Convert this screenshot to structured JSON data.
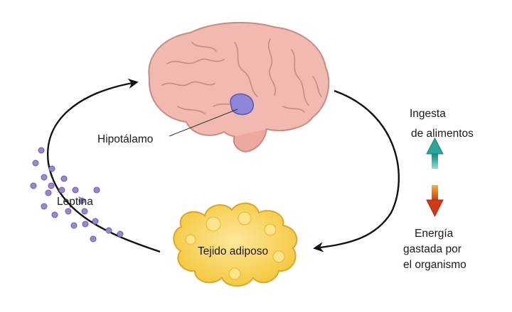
{
  "labels": {
    "hipotalamo": "Hipotálamo",
    "leptina": "Leptina",
    "tejido": "Tejido adiposo",
    "ingesta_line1": "Ingesta",
    "ingesta_line2": "de alimentos",
    "energia_line1": "Energía",
    "energia_line2": "gastada por",
    "energia_line3": "el organismo"
  },
  "colors": {
    "brain": "#f2b9b0",
    "brain_outline": "#c98a82",
    "hypothalamus": "#8e86d8",
    "fat": "#f7cf45",
    "fat_light": "#fbe48a",
    "fat_outline": "#d9a72a",
    "leptin_dot": "#9b86d1",
    "arrow_up": "#2aa79a",
    "arrow_down": "#d9491b",
    "cycle_arrow": "#111111"
  },
  "icons": {
    "up_arrow": "teal-up-arrow-icon",
    "down_arrow": "red-down-arrow-icon"
  }
}
